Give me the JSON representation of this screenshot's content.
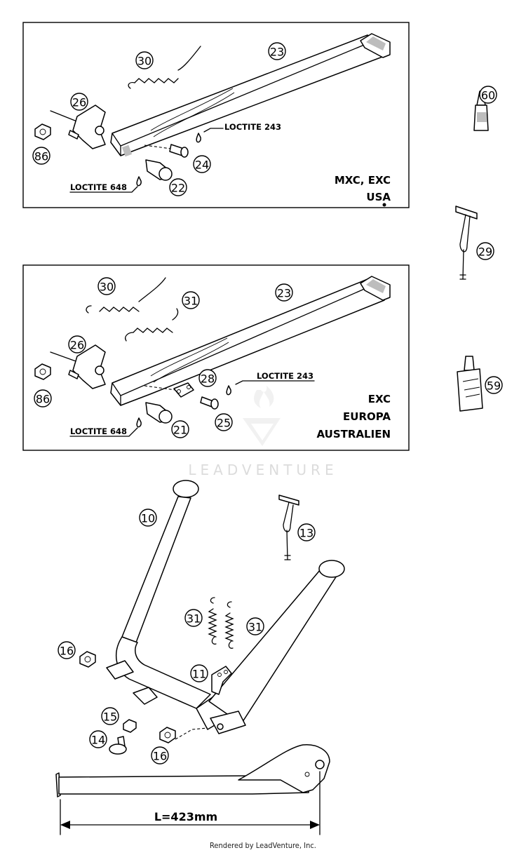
{
  "panels": [
    {
      "variant_lines": [
        "MXC, EXC",
        "USA"
      ],
      "loctite_labels": [
        "LOCTITE 243",
        "LOCTITE 648"
      ],
      "callouts": [
        "30",
        "23",
        "26",
        "86",
        "24",
        "22"
      ]
    },
    {
      "variant_lines": [
        "EXC",
        "EUROPA",
        "AUSTRALIEN"
      ],
      "loctite_labels": [
        "LOCTITE 243",
        "LOCTITE 648"
      ],
      "callouts": [
        "30",
        "31",
        "23",
        "26",
        "86",
        "28",
        "25",
        "21"
      ]
    }
  ],
  "side_callouts": [
    "60",
    "29",
    "59"
  ],
  "lower_callouts": [
    "10",
    "13",
    "31",
    "31",
    "16",
    "11",
    "15",
    "14",
    "16"
  ],
  "dimension_label": "L=423mm",
  "watermark": "LEADVENTURE",
  "footer": "Rendered by LeadVenture, Inc."
}
